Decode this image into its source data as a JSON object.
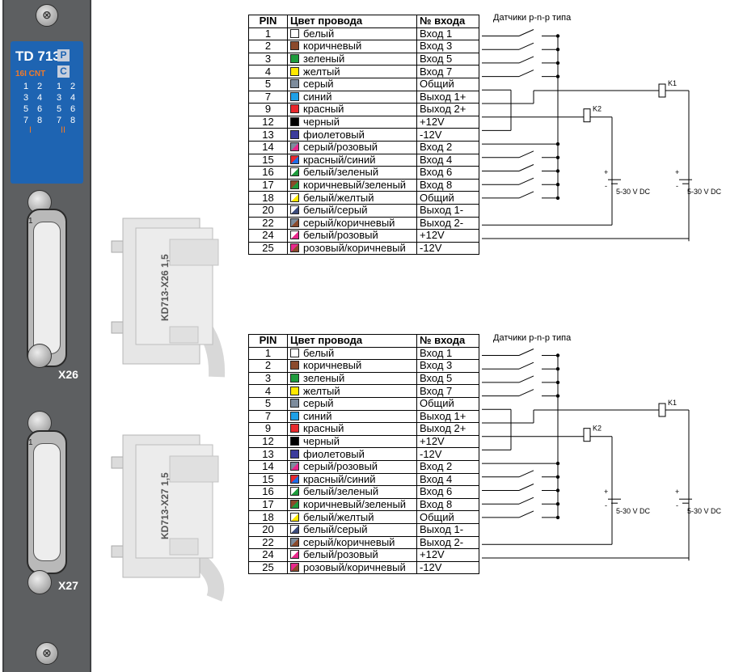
{
  "module": {
    "title": "TD 713",
    "badge_p": "P",
    "badge_c": "C",
    "model_sub": "16I CNT",
    "group1": [
      "1",
      "2",
      "3",
      "4",
      "5",
      "6",
      "7",
      "8"
    ],
    "group2": [
      "1",
      "2",
      "3",
      "4",
      "5",
      "6",
      "7",
      "8"
    ],
    "roman1": "I",
    "roman2": "II",
    "port1": "X26",
    "port2": "X27",
    "pin1_mark": "1",
    "colors": {
      "panel": "#5d5f61",
      "label": "#1e64b2",
      "accent": "#f07a2a"
    }
  },
  "cables": [
    {
      "label": "KD713-X26 1,5"
    },
    {
      "label": "KD713-X27 1,5"
    }
  ],
  "table": {
    "headers": {
      "pin": "PIN",
      "color": "Цвет провода",
      "input": "№ входа"
    },
    "rows": [
      {
        "pin": "1",
        "color": "белый",
        "input": "Вход 1",
        "swatch": [
          "#ffffff"
        ]
      },
      {
        "pin": "2",
        "color": "коричневый",
        "input": "Вход 3",
        "swatch": [
          "#8b4a2c"
        ]
      },
      {
        "pin": "3",
        "color": "зеленый",
        "input": "Вход 5",
        "swatch": [
          "#1e9b3c"
        ]
      },
      {
        "pin": "4",
        "color": "желтый",
        "input": "Вход 7",
        "swatch": [
          "#ffe800"
        ]
      },
      {
        "pin": "5",
        "color": "серый",
        "input": "Общий",
        "swatch": [
          "#7d8c9c"
        ]
      },
      {
        "pin": "7",
        "color": "синий",
        "input": "Выход 1+",
        "swatch": [
          "#1ea0e6"
        ]
      },
      {
        "pin": "9",
        "color": "красный",
        "input": "Выход 2+",
        "swatch": [
          "#e8282c"
        ]
      },
      {
        "pin": "12",
        "color": "черный",
        "input": "+12V",
        "swatch": [
          "#000000"
        ]
      },
      {
        "pin": "13",
        "color": "фиолетовый",
        "input": "-12V",
        "swatch": [
          "#3c3c9c"
        ]
      },
      {
        "pin": "14",
        "color": "серый/розовый",
        "input": "Вход 2",
        "swatch": [
          "#7d8c9c",
          "#e8288c"
        ]
      },
      {
        "pin": "15",
        "color": "красный/синий",
        "input": "Вход 4",
        "swatch": [
          "#e8282c",
          "#1e6ee6"
        ]
      },
      {
        "pin": "16",
        "color": "белый/зеленый",
        "input": "Вход 6",
        "swatch": [
          "#ffffff",
          "#1e9b3c"
        ]
      },
      {
        "pin": "17",
        "color": "коричневый/зеленый",
        "input": "Вход 8",
        "swatch": [
          "#8b4a2c",
          "#1e9b3c"
        ]
      },
      {
        "pin": "18",
        "color": "белый/желтый",
        "input": "Общий",
        "swatch": [
          "#ffffff",
          "#ffe800"
        ]
      },
      {
        "pin": "20",
        "color": "белый/серый",
        "input": "Выход 1-",
        "swatch": [
          "#ffffff",
          "#3c4c7c"
        ]
      },
      {
        "pin": "22",
        "color": "серый/коричневый",
        "input": "Выход 2-",
        "swatch": [
          "#7d8c9c",
          "#8b4a2c"
        ]
      },
      {
        "pin": "24",
        "color": "белый/розовый",
        "input": "+12V",
        "swatch": [
          "#ffffff",
          "#e8288c"
        ]
      },
      {
        "pin": "25",
        "color": "розовый/коричневый",
        "input": "-12V",
        "swatch": [
          "#e8288c",
          "#8b4a2c"
        ]
      }
    ]
  },
  "wiring": {
    "sensors_title": "Датчики p-n-p типа",
    "relay1": "K1",
    "relay2": "K2",
    "supply": "5-30 V DC",
    "plus": "+",
    "minus": "-"
  }
}
